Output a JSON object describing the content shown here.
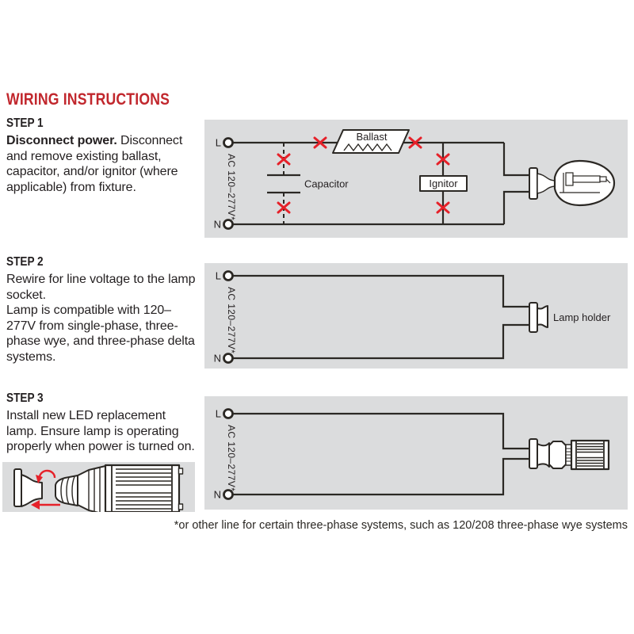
{
  "page": {
    "title": "WIRING INSTRUCTIONS",
    "footnote": "*or other line for certain three-phase systems, such as 120/208 three-phase wye systems"
  },
  "colors": {
    "title_red": "#C1272D",
    "mark_red": "#E62129",
    "panel_gray": "#DBDCDD",
    "line_black": "#2B2824",
    "text_black": "#231F20"
  },
  "steps": [
    {
      "label": "STEP 1",
      "para_bold": "Disconnect power.",
      "para_rest": " Disconnect and remove existing ballast, capacitor, and/or ignitor (where applicable) from fixture."
    },
    {
      "label": "STEP 2",
      "para1": "Rewire for line voltage to the lamp socket.",
      "para2": "Lamp is compatible with 120–277V from single-phase, three-phase wye, and three-phase delta systems."
    },
    {
      "label": "STEP 3",
      "para1": "Install new LED replacement lamp. Ensure lamp is operating properly when power is turned on."
    }
  ],
  "diagram": {
    "line_label": "L",
    "neutral_label": "N",
    "supply_label": "AC 120–277V*",
    "ballast_label": "Ballast",
    "capacitor_label": "Capacitor",
    "ignitor_label": "Ignitor",
    "lamp_holder_label": "Lamp holder"
  }
}
